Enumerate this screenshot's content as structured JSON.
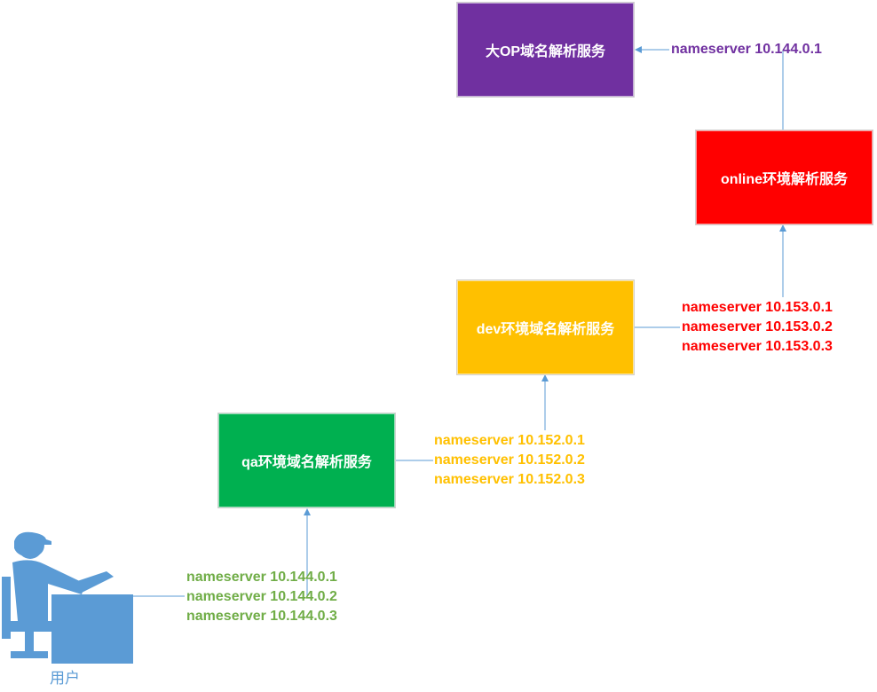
{
  "nodes": {
    "op": {
      "label": "大OP域名解析服务",
      "color": "#7030a0"
    },
    "online": {
      "label": "online环境解析服务",
      "color": "#ff0000"
    },
    "dev": {
      "label": "dev环境域名解析服务",
      "color": "#ffc000"
    },
    "qa": {
      "label": "qa环境域名解析服务",
      "color": "#00b050"
    }
  },
  "nameservers": {
    "user": {
      "color": "#70ad47",
      "lines": [
        "nameserver 10.144.0.1",
        "nameserver 10.144.0.2",
        "nameserver 10.144.0.3"
      ]
    },
    "qa": {
      "color": "#ffc000",
      "lines": [
        "nameserver 10.152.0.1",
        "nameserver 10.152.0.2",
        "nameserver 10.152.0.3"
      ]
    },
    "dev": {
      "color": "#ff0000",
      "lines": [
        "nameserver 10.153.0.1",
        "nameserver 10.153.0.2",
        "nameserver 10.153.0.3"
      ]
    },
    "online": {
      "color": "#7030a0",
      "lines": [
        "nameserver 10.144.0.1"
      ]
    }
  },
  "user": {
    "label": "用户",
    "icon": "user-at-computer-icon",
    "color": "#5b9bd5"
  },
  "connector_color": "#5b9bd5"
}
